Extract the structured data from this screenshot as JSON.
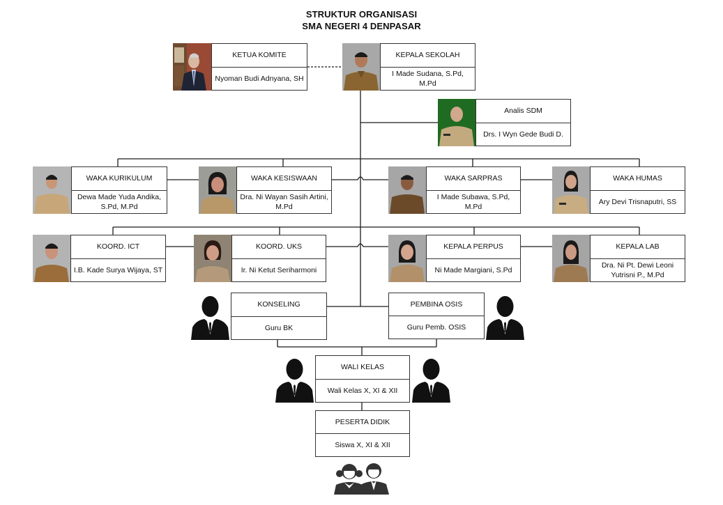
{
  "title": {
    "line1": "STRUKTUR ORGANISASI",
    "line2": "SMA NEGERI 4 DENPASAR"
  },
  "nodes": {
    "ketua_komite": {
      "role": "KETUA KOMITE",
      "name": "Nyoman Budi Adnyana, SH",
      "photo": "photo-man-suit"
    },
    "kepala_sekolah": {
      "role": "KEPALA SEKOLAH",
      "name": "I Made Sudana, S.Pd, M.Pd",
      "photo": "photo-man-uniform"
    },
    "analis_sdm": {
      "role": "Analis SDM",
      "name": "Drs. I Wyn Gede Budi D.",
      "photo": "photo-man-uniform-green-bg"
    },
    "waka_kurikulum": {
      "role": "WAKA KURIKULUM",
      "name": "Dewa Made Yuda Andika, S.Pd, M.Pd",
      "photo": "photo-man-uniform"
    },
    "waka_kesiswaan": {
      "role": "WAKA KESISWAAN",
      "name": "Dra. Ni Wayan Sasih Artini, M.Pd",
      "photo": "photo-woman-uniform"
    },
    "waka_sarpras": {
      "role": "WAKA SARPRAS",
      "name": "I Made Subawa, S.Pd, M.Pd",
      "photo": "photo-man-uniform"
    },
    "waka_humas": {
      "role": "WAKA HUMAS",
      "name": "Ary Devi Trisnaputri, SS",
      "photo": "photo-woman-uniform"
    },
    "koord_ict": {
      "role": "KOORD. ICT",
      "name": "I.B. Kade Surya Wijaya, ST",
      "photo": "photo-man-uniform"
    },
    "koord_uks": {
      "role": "KOORD. UKS",
      "name": "Ir. Ni Ketut Seriharmoni",
      "photo": "photo-woman-uniform"
    },
    "kepala_perpus": {
      "role": "KEPALA PERPUS",
      "name": "Ni Made Margiani, S.Pd",
      "photo": "photo-woman-uniform"
    },
    "kepala_lab": {
      "role": "KEPALA LAB",
      "name": "Dra. Ni Pt. Dewi Leoni Yutrisni P., M.Pd",
      "photo": "photo-woman-uniform"
    },
    "konseling": {
      "role": "KONSELING",
      "name": "Guru BK",
      "photo": "person-silhouette-icon"
    },
    "pembina_osis": {
      "role": "PEMBINA OSIS",
      "name": "Guru Pemb. OSIS",
      "photo": "person-silhouette-icon"
    },
    "wali_kelas": {
      "role": "WALI KELAS",
      "name": "Wali Kelas X, XI & XII",
      "photo": "person-silhouette-icon"
    },
    "peserta_didik": {
      "role": "PESERTA DIDIK",
      "name": "Siswa X, XI & XII",
      "photo": "students-icon"
    }
  },
  "colors": {
    "line": "#1a1a1a",
    "border": "#333333",
    "photo_bg_gray": "#a9a9a9",
    "photo_bg_green": "#1f6b22",
    "uniform_khaki": "#b59a6e",
    "uniform_brown": "#6b4a2a",
    "silhouette": "#111111"
  }
}
